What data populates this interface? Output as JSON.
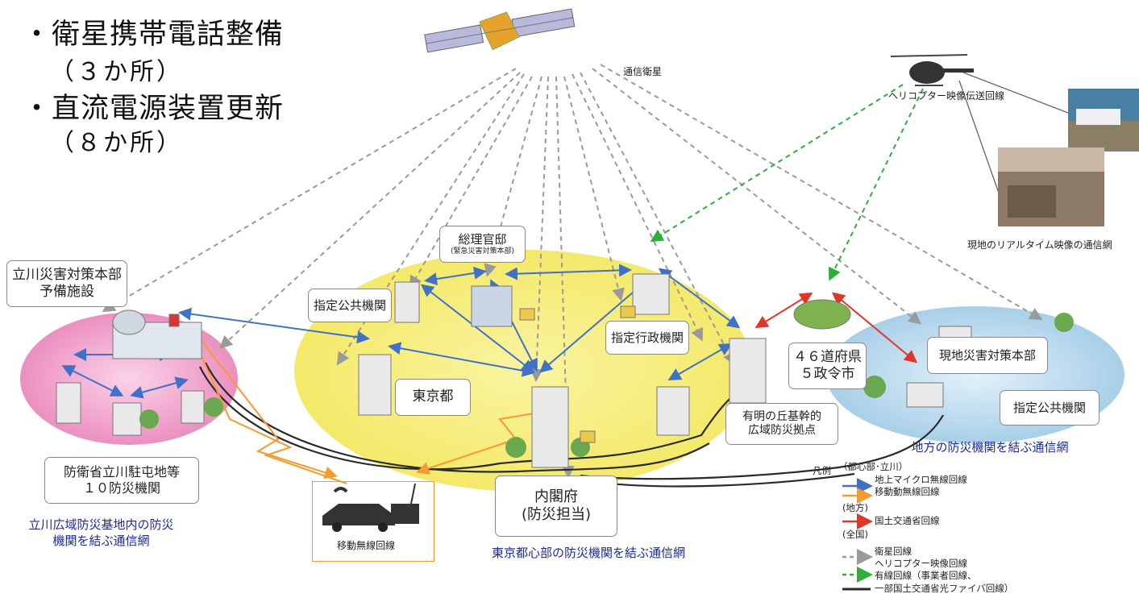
{
  "bullets": [
    {
      "main": "・衛星携帯電話整備",
      "sub": "（３か所）"
    },
    {
      "main": "・直流電源装置更新",
      "sub": "（８か所）"
    }
  ],
  "labels": {
    "satellite": "通信衛星",
    "helicopter": "ヘリコプター映像伝送回線",
    "realtime": "現地のリアルタイム映像の通信網",
    "pm_office": "総理官邸",
    "pm_office_sub": "(緊急災害対策本部)",
    "tachikawa_hq": "立川災害対策本部\n予備施設",
    "designated_public_1": "指定公共機関",
    "designated_admin": "指定行政機関",
    "tokyo": "東京都",
    "prefectures": "４６道府県\n５政令市",
    "local_hq": "現地災害対策本部",
    "designated_public_2": "指定公共機関",
    "ariake": "有明の丘基幹的\n広域防災拠点",
    "defense": "防衛省立川駐屯地等\n１０防災機関",
    "cabinet": "内閣府\n(防災担当)",
    "mobile_radio": "移動無線回線"
  },
  "network_titles": {
    "tachikawa": "立川広域防災基地内の防災\n機関を結ぶ通信網",
    "tokyo": "東京都心部の防災機関を結ぶ通信網",
    "regional": "地方の防災機関を結ぶ通信網"
  },
  "legend": {
    "title": "凡例",
    "group1": "（都心部･立川）",
    "item1": "地上マイクロ無線回線",
    "item2": "移動動無線回線",
    "group2": "(地方)",
    "item3": "国土交通省回線",
    "group3": "(全国)",
    "item4": "衛星回線",
    "item5": "ヘリコプター映像回線",
    "item6": "有線回線（事業者回線、",
    "item7": "一部国土交通省光ファイバ回線）"
  },
  "colors": {
    "microwave": "#3f72c6",
    "mobile": "#f59a2f",
    "mlit": "#e0362a",
    "satellite": "#9a9a9a",
    "heli": "#2fae3a",
    "wired": "#2a2a2a",
    "tokyo_zone": "#f7f086",
    "tachikawa_zone": "#f3a9cf",
    "regional_zone": "#b9d9ef",
    "title_blue": "#1c2a9c"
  }
}
